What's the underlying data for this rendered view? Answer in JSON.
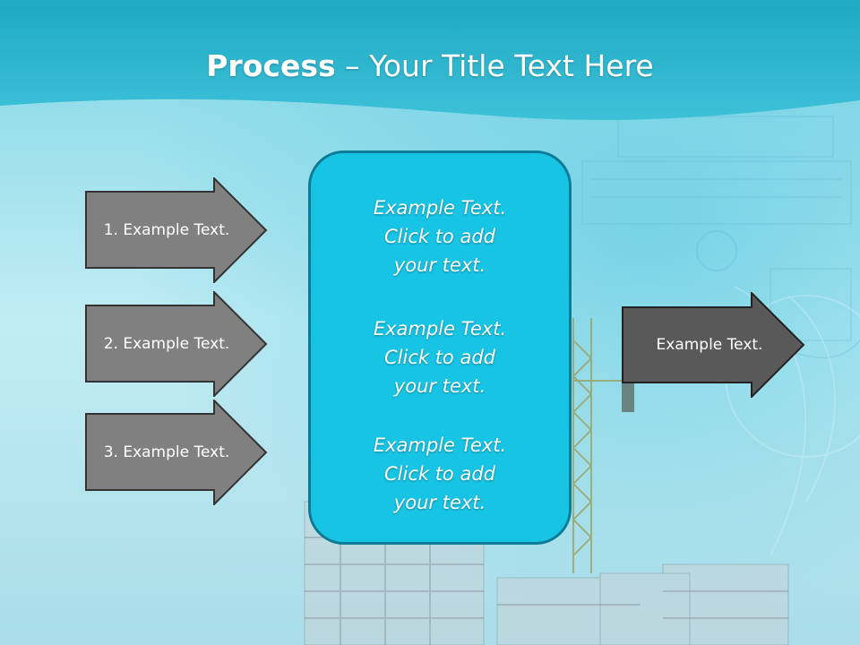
{
  "title": {
    "bold": "Process",
    "rest": " – Your Title Text Here"
  },
  "left_arrows": [
    {
      "label": "1. Example Text."
    },
    {
      "label": "2. Example Text."
    },
    {
      "label": "3. Example Text."
    }
  ],
  "center_box": {
    "blocks": [
      {
        "line1": "Example Text.",
        "line2": "Click  to add",
        "line3": "your text."
      },
      {
        "line1": "Example Text.",
        "line2": "Click  to add",
        "line3": "your text."
      },
      {
        "line1": "Example Text.",
        "line2": "Click  to add",
        "line3": "your text."
      }
    ]
  },
  "right_arrow": {
    "label": "Example Text."
  },
  "colors": {
    "header_teal": "#2bb3cc",
    "center_box_fill": "#18c4e4",
    "left_arrow_fill": "#808080",
    "right_arrow_fill": "#595959"
  }
}
